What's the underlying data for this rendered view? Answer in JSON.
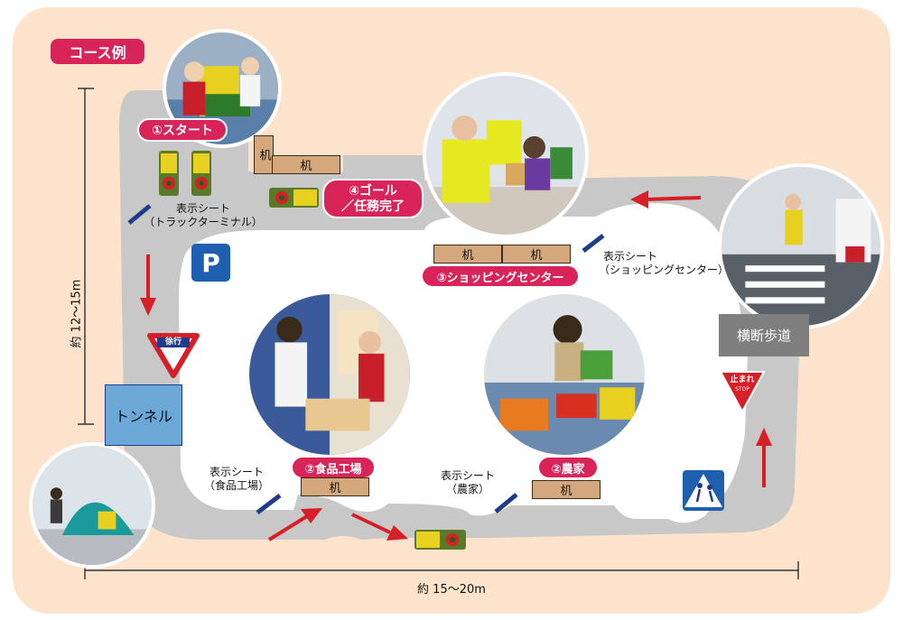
{
  "title": "コース例",
  "stations": {
    "start": "①スタート",
    "food_factory": "②食品工場",
    "farm": "②農家",
    "shopping_center": "③ショッピングセンター",
    "goal_line1": "④ゴール",
    "goal_line2": "／任務完了"
  },
  "desks": {
    "start_a": "机",
    "start_b": "机",
    "shop_a": "机",
    "shop_b": "机",
    "food": "机",
    "farm": "机"
  },
  "sheets": {
    "truck_terminal_1": "表示シート",
    "truck_terminal_2": "（トラックターミナル）",
    "shopping_1": "表示シート",
    "shopping_2": "（ショッピングセンター）",
    "food_1": "表示シート",
    "food_2": "（食品工場）",
    "farm_1": "表示シート",
    "farm_2": "（農家）"
  },
  "tunnel": "トンネル",
  "crosswalk": "横断歩道",
  "parking": "P",
  "signs": {
    "slow_label": "徐行",
    "stop_label_1": "止まれ",
    "stop_label_2": "STOP"
  },
  "dimensions": {
    "height": "約 12～15m",
    "width": "約 15～20m"
  },
  "colors": {
    "background": "#fde3cc",
    "course": "#c8c8c8",
    "accent": "#d9245a",
    "arrow": "#d61f26",
    "desk": "#d4a87c",
    "tunnel": "#6ba8d8",
    "crosswalk_box": "#7f7f7f"
  },
  "icons": [
    "parking-sign-icon",
    "slow-sign-icon",
    "stop-sign-icon",
    "pedestrian-crossing-icon",
    "tractor-icon",
    "direction-arrow-icon"
  ]
}
